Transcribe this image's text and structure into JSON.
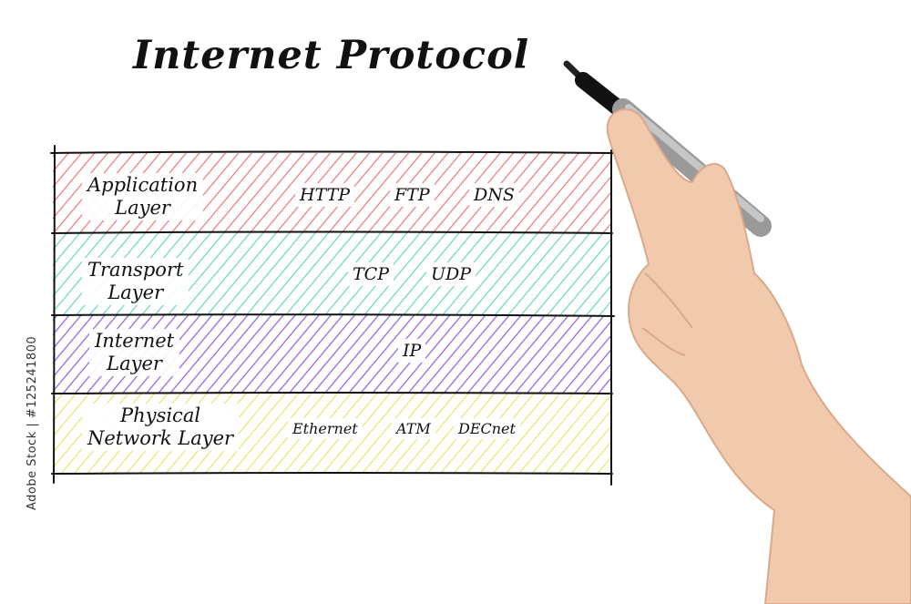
{
  "title": "Internet Protocol",
  "colors": {
    "application": "#e8454c",
    "transport": "#2fcf86",
    "internet": "#7b3fdc",
    "physical": "#e3e04a",
    "ink": "#111111"
  },
  "layers": [
    {
      "name_line1": "Application",
      "name_line2": "Layer",
      "protocols": [
        "HTTP",
        "FTP",
        "DNS"
      ]
    },
    {
      "name_line1": "Transport",
      "name_line2": "Layer",
      "protocols": [
        "TCP",
        "UDP"
      ]
    },
    {
      "name_line1": "Internet",
      "name_line2": "Layer",
      "protocols": [
        "IP"
      ]
    },
    {
      "name_line1": "Physical",
      "name_line2": "Network Layer",
      "protocols": [
        "Ethernet",
        "ATM",
        "DECnet"
      ]
    }
  ],
  "watermark": "Adobe Stock | #125241800",
  "icons": {
    "hand": "hand-holding-marker-icon"
  }
}
